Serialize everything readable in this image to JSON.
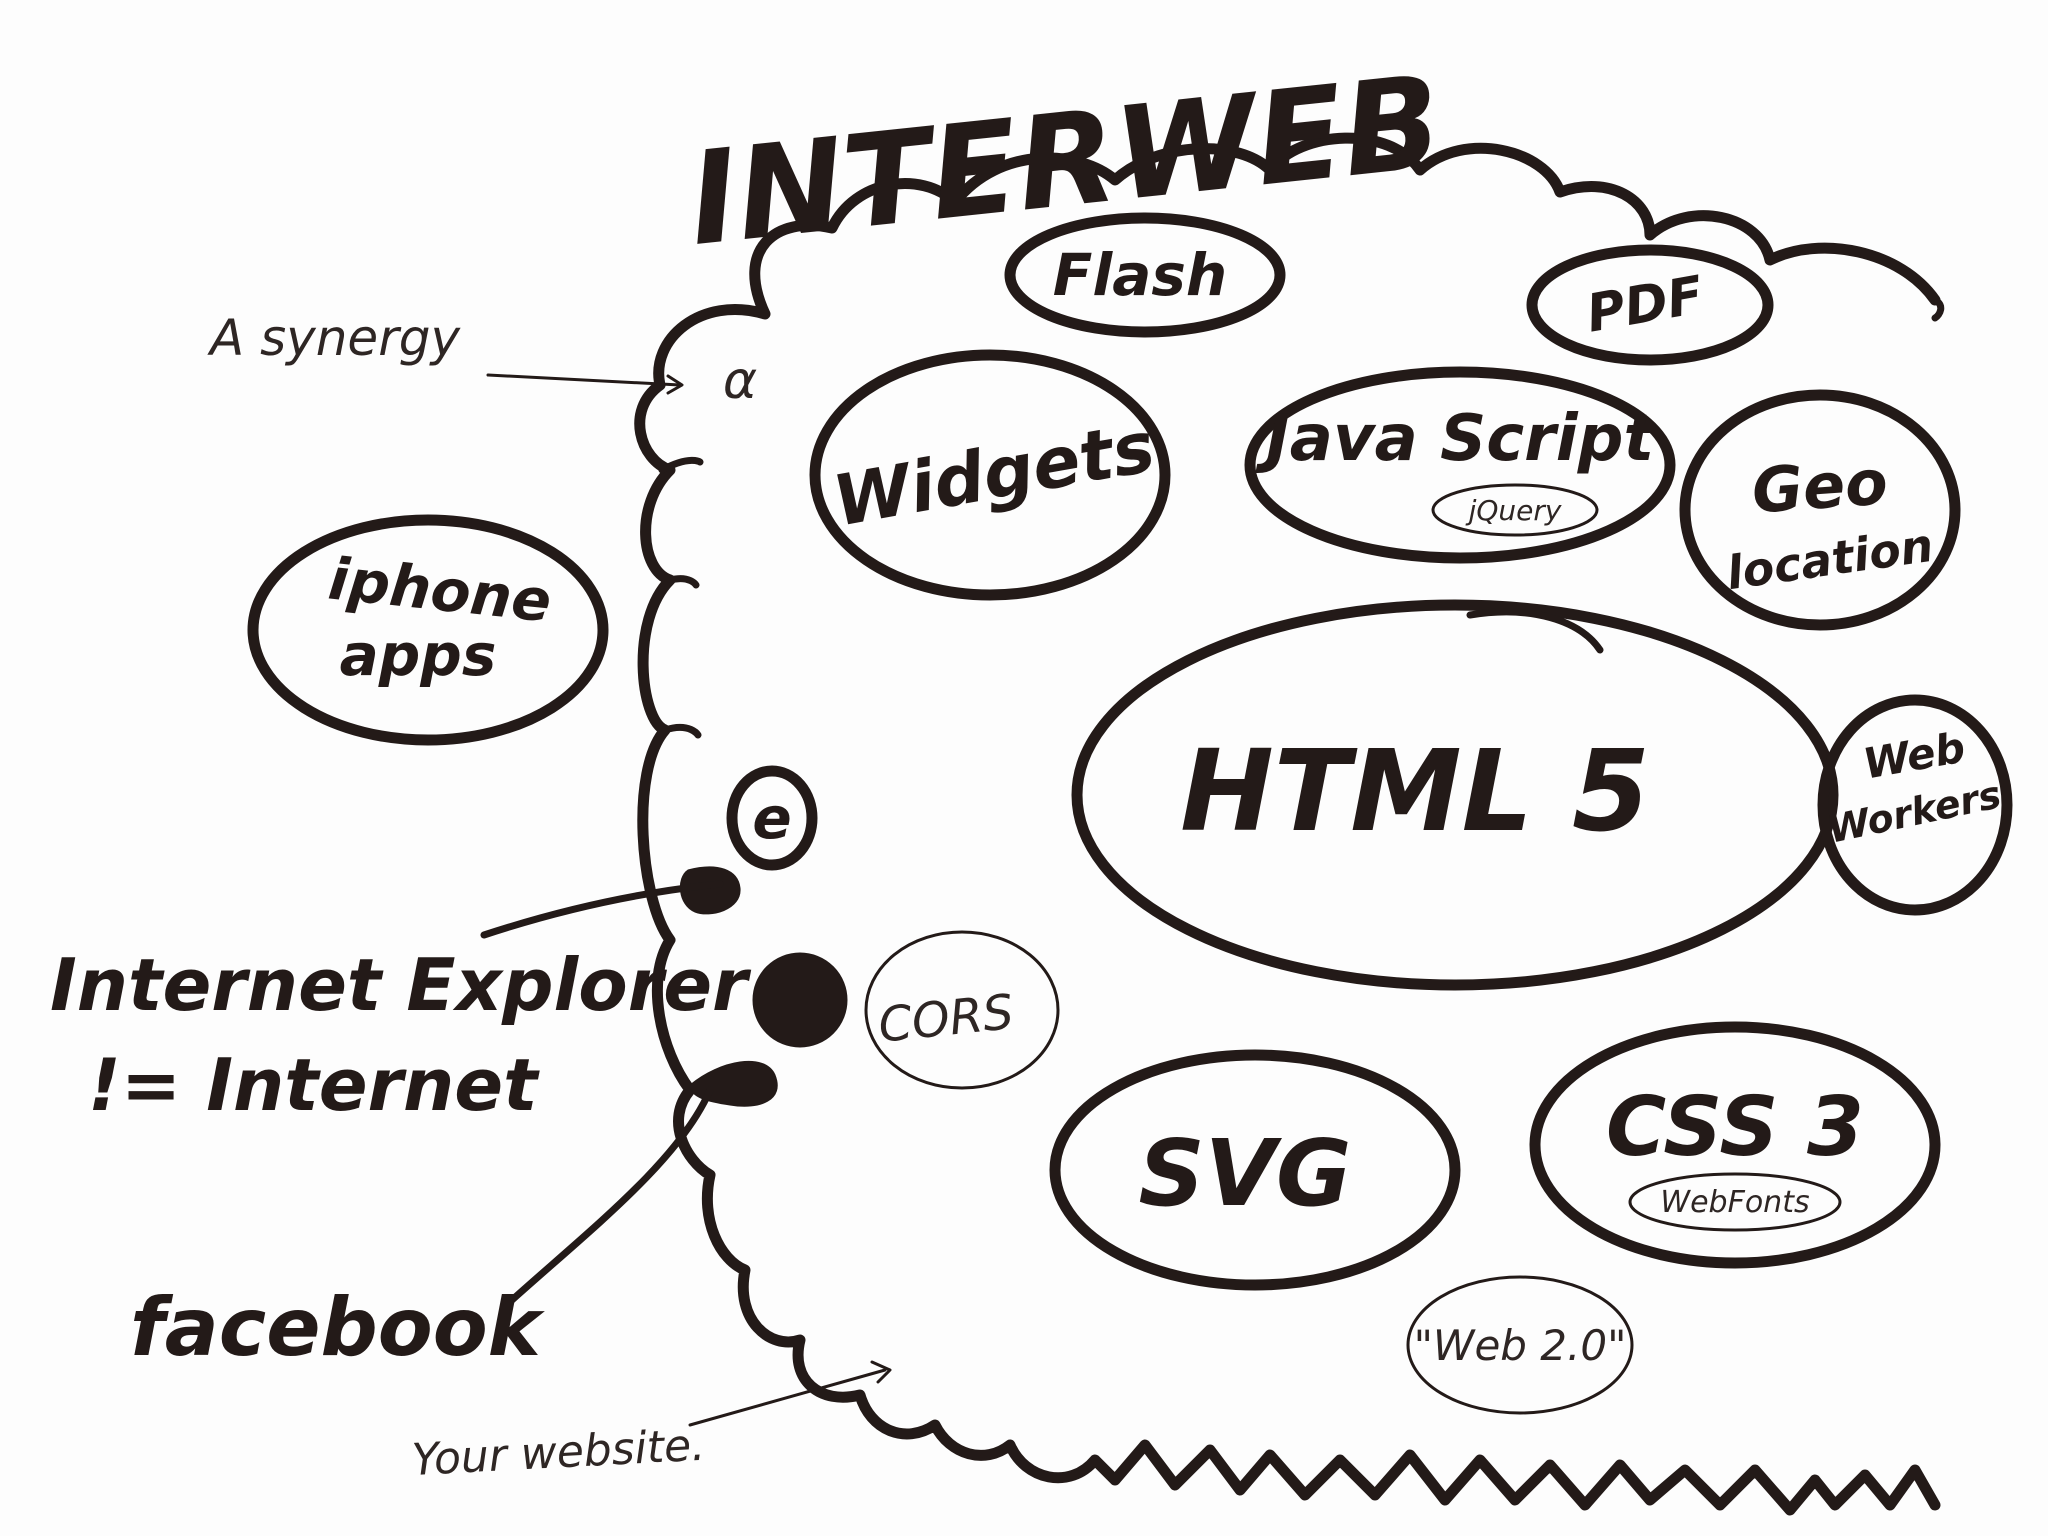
{
  "title": "INTERWEB",
  "nodes": {
    "flash": "Flash",
    "pdf": "PDF",
    "widgets": "Widgets",
    "javascript": "Java Script",
    "jquery": "jQuery",
    "geolocation_line1": "Geo",
    "geolocation_line2": "location",
    "iphone_line1": "iphone",
    "iphone_line2": "apps",
    "html5": "HTML 5",
    "web_workers_line1": "Web",
    "web_workers_line2": "Workers",
    "cors": "CORS",
    "svg": "SVG",
    "css3": "CSS 3",
    "webfonts": "WebFonts",
    "web20": "\"Web 2.0\""
  },
  "annotations": {
    "synergy": "A synergy",
    "ie_line1": "Internet Explorer",
    "ie_line2": "!= Internet",
    "facebook": "facebook",
    "your_website": "Your website."
  },
  "icons": {
    "synergy_symbol": "α",
    "ie_symbol": "e"
  }
}
